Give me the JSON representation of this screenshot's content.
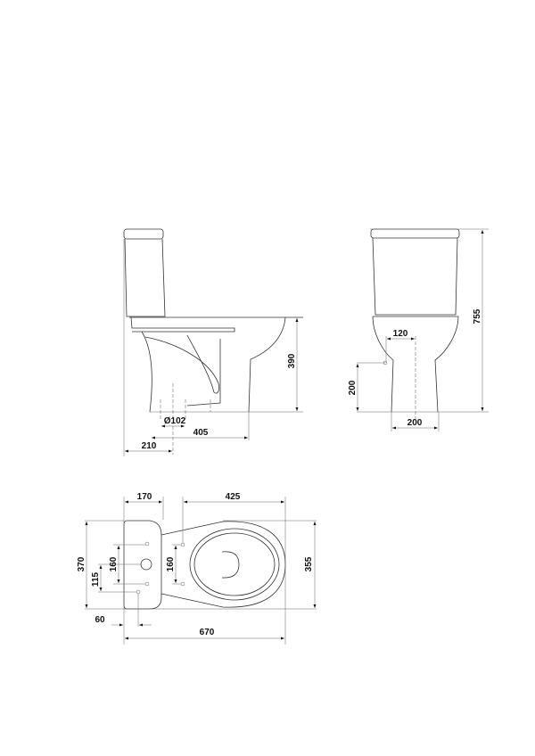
{
  "side_view": {
    "dim_height_bowl": "390",
    "dim_outlet_diameter": "Ø102",
    "dim_outlet_to_front": "405",
    "dim_wall_to_outlet": "210"
  },
  "front_view": {
    "dim_total_height": "755",
    "dim_inlet_offset": "120",
    "dim_inlet_height": "200",
    "dim_foot_width": "200"
  },
  "top_view": {
    "dim_tank_depth": "170",
    "dim_bowl_length": "425",
    "dim_bowl_width": "355",
    "dim_tank_width": "370",
    "dim_tank_holes": "160",
    "dim_tank_hole_offset": "115",
    "dim_bowl_holes": "160",
    "dim_outlet_wall": "60",
    "dim_total_length": "670"
  }
}
